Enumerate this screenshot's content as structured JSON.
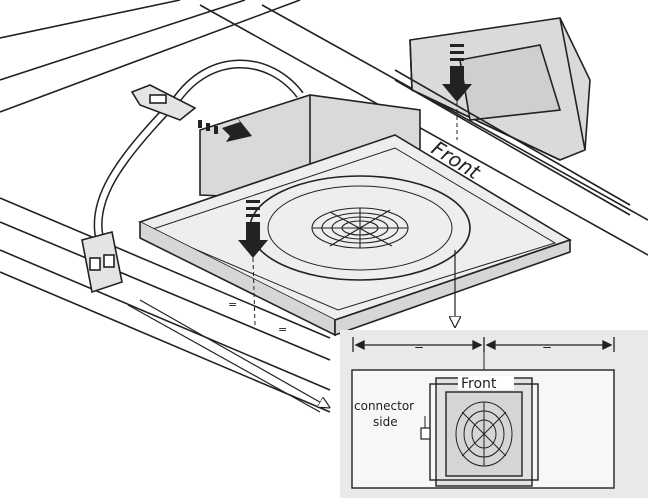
{
  "diagram": {
    "front_label_main": "Front",
    "inset": {
      "front_label": "Front",
      "connector_label_line1": "connector",
      "connector_label_line2": "side",
      "equal_mark_left": "=",
      "equal_mark_right": "="
    },
    "equal_marks_main": [
      "=",
      "="
    ],
    "colors": {
      "line": "#222222",
      "inset_bg": "#e9e9e9",
      "housing_fill": "#d9d9d9",
      "panel_fill": "#eeeeee",
      "box_fill": "#f2f2f2"
    }
  }
}
